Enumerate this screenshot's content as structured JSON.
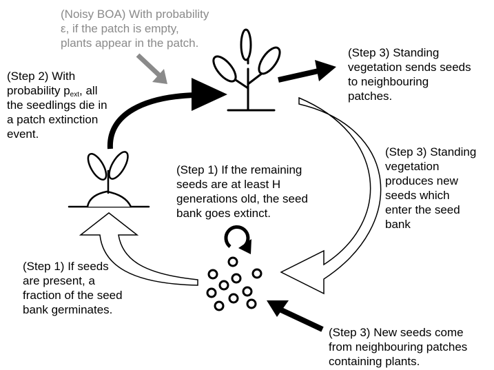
{
  "labels": {
    "noisy_boa": {
      "lines": [
        "(Noisy BOA) With probability",
        "ε, if the patch is empty,",
        "plants appear in the patch."
      ]
    },
    "step2_extinction": {
      "line1": "(Step 2) With",
      "line2_prefix": "probability p",
      "line2_sub": "ext",
      "line2_suffix": ", all",
      "lines_rest": [
        "the seedlings die in",
        "a patch extinction",
        "event."
      ]
    },
    "step3_send_seeds": {
      "lines": [
        "(Step 3) Standing",
        "vegetation sends seeds",
        "to neighbouring",
        "patches."
      ]
    },
    "step3_produce_seeds": {
      "lines": [
        "(Step 3) Standing",
        "vegetation",
        "produces new",
        "seeds which",
        "enter the seed",
        "bank"
      ]
    },
    "step1_seedbank_extinct": {
      "lines": [
        "(Step 1) If the remaining",
        "seeds are at least H",
        "generations old, the seed",
        "bank goes extinct."
      ]
    },
    "step1_germinate": {
      "lines": [
        "(Step 1) If seeds",
        "are present, a",
        "fraction of the seed",
        "bank germinates."
      ]
    },
    "step3_new_seeds": {
      "lines": [
        "(Step 3) New seeds come",
        "from neighbouring patches",
        "containing plants."
      ]
    }
  },
  "colors": {
    "ink": "#000000",
    "noisy": "#8a8a8a",
    "hollow_fill": "#ffffff"
  },
  "icons": [
    "mature-plant-icon",
    "seedling-icon",
    "seed-bank-icon",
    "refresh-arrow-icon"
  ]
}
